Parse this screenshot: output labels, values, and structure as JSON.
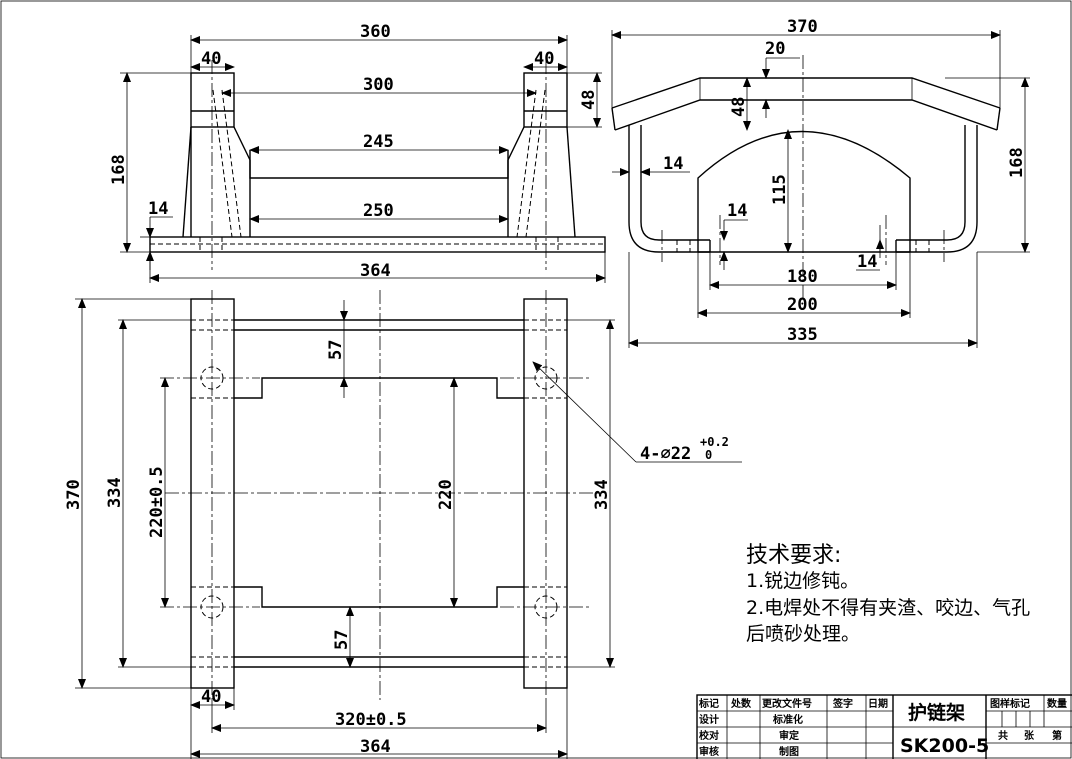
{
  "front_view": {
    "dims": {
      "overall_width": "360",
      "left_end": "40",
      "right_end": "40",
      "inner_300": "300",
      "inner_245": "245",
      "inner_250": "250",
      "base_364": "364",
      "height_168": "168",
      "thick_14": "14",
      "end_48": "48"
    }
  },
  "side_view": {
    "dims": {
      "width_370": "370",
      "rise_20": "20",
      "thick_48": "48",
      "height_168": "168",
      "side_14": "14",
      "arch_115": "115",
      "inner_14_left": "14",
      "inner_14_right": "14",
      "w_180": "180",
      "w_200": "200",
      "w_335": "335"
    }
  },
  "top_view": {
    "dims": {
      "length_370": "370",
      "length_334_left": "334",
      "length_334_right": "334",
      "hole_pitch": "220±0.5",
      "center_220": "220",
      "gap_57_top": "57",
      "gap_57_bottom": "57",
      "end_40": "40",
      "pitch_320": "320±0.5",
      "base_364": "364"
    },
    "hole_callout": {
      "main": "4-∅22",
      "tol_upper": "+0.2",
      "tol_lower": "0"
    }
  },
  "notes": {
    "heading": "技术要求:",
    "items": [
      "1.锐边修钝。",
      "2.电焊处不得有夹渣、咬边、气孔",
      "后喷砂处理。"
    ]
  },
  "title_block": {
    "col_labels": [
      "标记",
      "处数",
      "更改文件号",
      "签字",
      "日期"
    ],
    "rows": [
      {
        "label": "设计",
        "role": "标准化"
      },
      {
        "label": "校对",
        "role": "审定"
      },
      {
        "label": "审核",
        "role": "制图"
      }
    ],
    "part_name": "护链架",
    "drawing_number": "SK200-5",
    "stage_mark": "图样标记",
    "quantity": "数量",
    "total": "共",
    "sheets": "张",
    "sheet_no": "第"
  }
}
